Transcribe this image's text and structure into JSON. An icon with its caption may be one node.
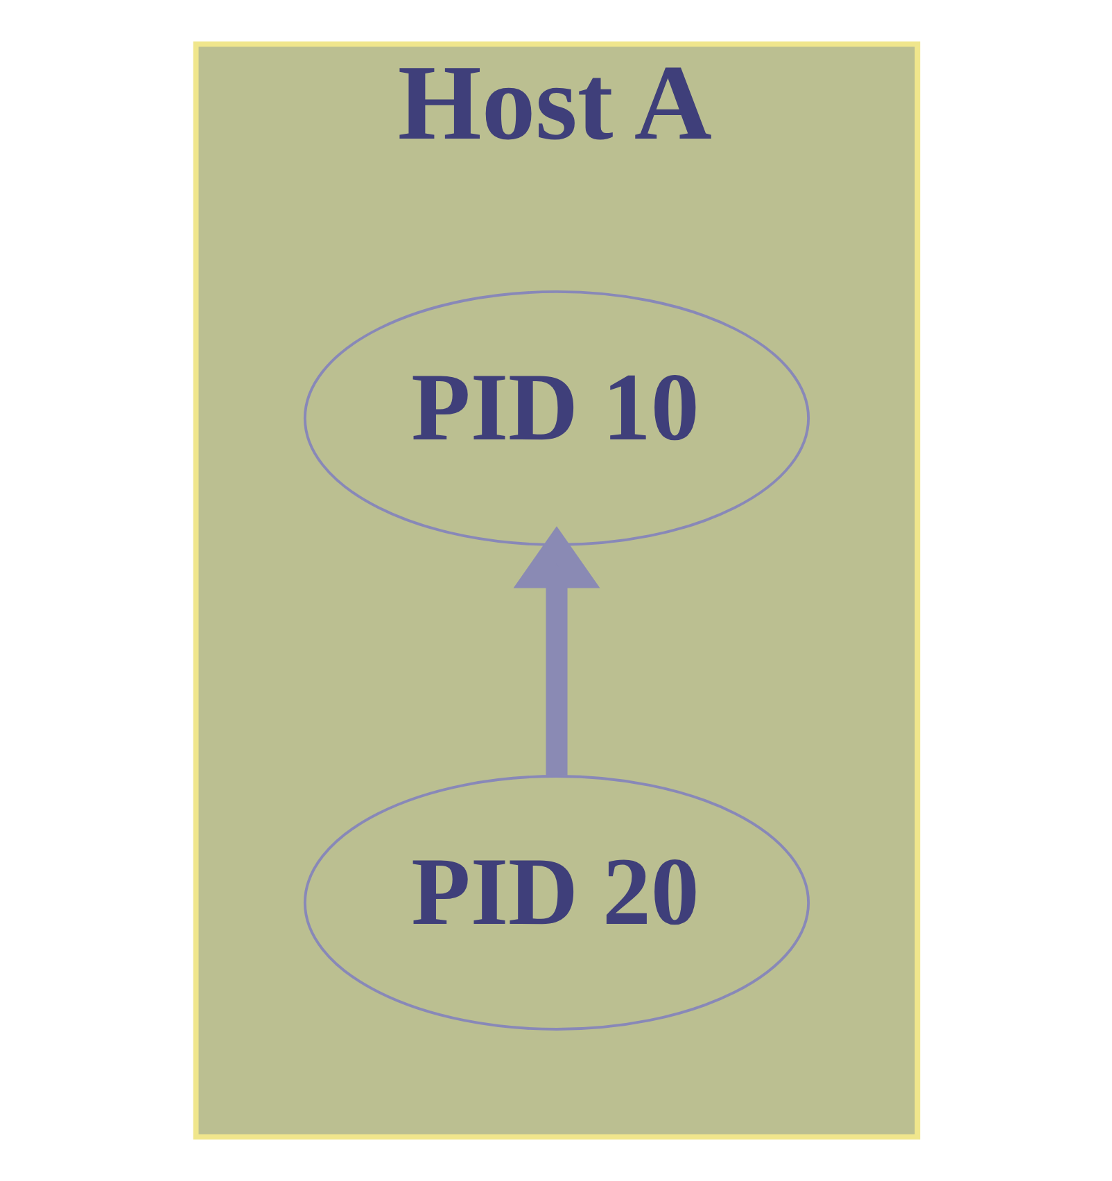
{
  "diagram": {
    "nodes": [
      {
        "text": [
          "Host A"
        ]
      },
      {
        "text": [
          "PID 10"
        ],
        "in": 0
      },
      {
        "text": [
          "PID 20"
        ],
        "in": 0
      }
    ],
    "edges": [
      {
        "from": 2,
        "to": 1,
        "arrow": "to"
      }
    ]
  }
}
